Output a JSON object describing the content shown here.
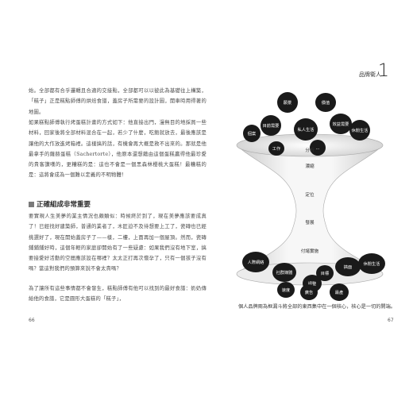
{
  "left_page": {
    "paragraph_1": "始。全部都有合乎邏輯且合適的交接點，全部都可以以彼此為基礎往上構築，「糕子」正是糕點師傅的烘焙食譜，蓋房子所需要的設計圖，開車時用得著的地圖。",
    "paragraph_2": "如果糕點師傅執行烤蛋糕計畫的方式如下：他直接出門，漫無目的地採買一些材料，回家後將全部材料混合在一起，若少了什麼，吃飽就放去，最後應該是讓他的大作放進烤箱裡。這樣搞的話，有機會再大概是救不出來的。那就是他最拿手的薩赫蛋糕（Sachertorte），他原本還想藉由這個蛋糕贏得他最珍愛的貴客讚嘆的，更糟糕的是：這也不會是一個黑森林櫻桃大蛋糕！最糟糕的是：這將會成為一個難以定義的不明物體！",
    "section_heading": "正確組成非常重要",
    "paragraph_3": "要實現人生美夢的業主情況也頗類似：時候終於到了，現在美夢應該要成真了！已經找好建築師，普通的業者了，木匠迫不及待想要上工了，瓷磚也已經挑選好了，現在開始蓋房子了——樣，二樓，上面再加一個屋頂。然而，瓷磚鋪鋪鋪好時，這個年輕的家庭卻開始有了一些疑慮：如果我們沒有地下室，搞要接愛好活動的空間應該設在哪裡？太太正打再次懷孕了，只有一個孩子沒有嗎？當這對我們的預算來說不會太貴嗎？",
    "paragraph_4": "為了讓所有這些事情都不會發生，糕點師傅有他可以找到的最好食譜：奶奶傳給他的食譜，它是圓形大蛋糕的「糕子」，",
    "page_number": "66"
  },
  "right_page": {
    "chapter_title": "品牌衛人",
    "chapter_number": "1",
    "page_number": "67",
    "caption": "個人品牌兩為框漏斗將全部的東西集中在一個核心，核心是一切的開端。",
    "top_bubbles": [
      {
        "label": "願景"
      },
      {
        "label": "價值"
      },
      {
        "label": "目前需要"
      },
      {
        "label": "私人生活"
      },
      {
        "label": "個案"
      },
      {
        "label": "效益需要"
      },
      {
        "label": "休閒生活"
      },
      {
        "label": "工作"
      },
      {
        "label": "..."
      }
    ],
    "funnel_stages": [
      "分析",
      "濃縮",
      "定位",
      "發展",
      "付諸實施"
    ],
    "bottom_bubbles": [
      {
        "label": "人際網絡"
      },
      {
        "label": "社群媒體"
      },
      {
        "label": "搞面"
      },
      {
        "label": "休閒生活"
      },
      {
        "label": "目標"
      },
      {
        "label": "調整"
      },
      {
        "label": "速度"
      },
      {
        "label": "廣告"
      },
      {
        "label": "最產"
      }
    ],
    "colors": {
      "bubble": "#1a1a1a",
      "funnel_light": "#f4f4f4",
      "funnel_dark": "#b8b8b8",
      "text_white": "#ffffff"
    }
  }
}
